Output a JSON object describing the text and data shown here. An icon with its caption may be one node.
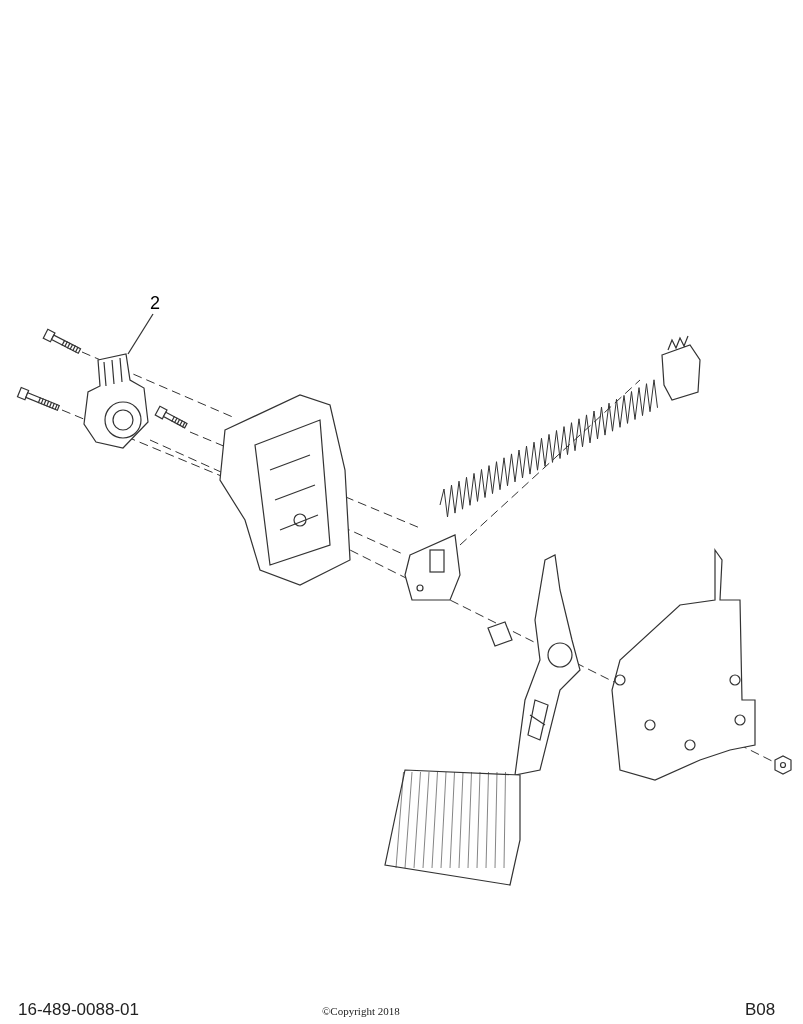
{
  "diagram": {
    "nodes": [
      {
        "text": [
          "2"
        ]
      },
      {
        "text": [],
        "shape": "picture"
      }
    ],
    "edges": [
      {
        "from": 0,
        "to": 1,
        "arrow": "none"
      }
    ],
    "labels": [
      "16-489-0088-01",
      "©Copyright 2018",
      "B08"
    ]
  }
}
